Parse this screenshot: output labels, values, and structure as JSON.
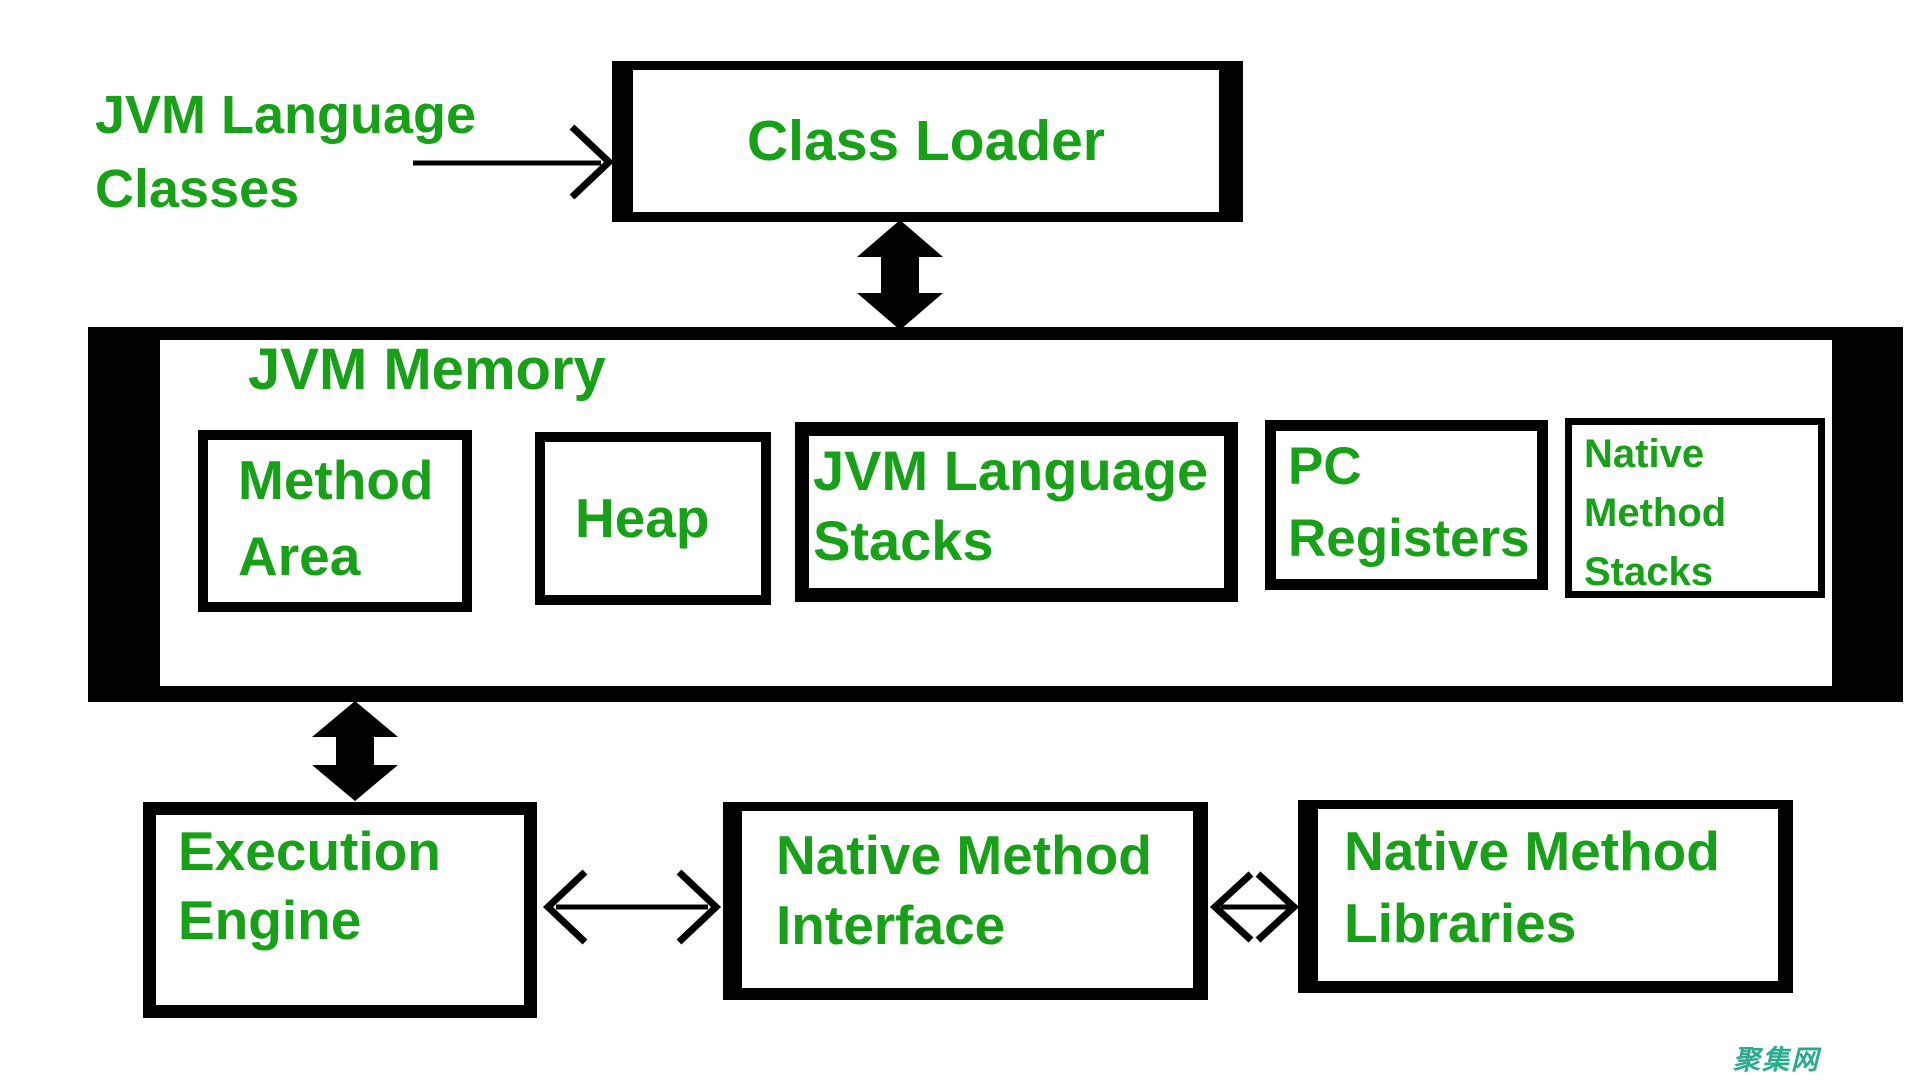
{
  "diagram": {
    "type": "architecture-diagram",
    "subject": "JVM (Java Virtual Machine) architecture"
  },
  "colors": {
    "background": "#ffffff",
    "text_green": "#18a018",
    "line_black": "#000000",
    "watermark_teal": "#2bab8c"
  },
  "nodes": {
    "source_label": {
      "line1": "JVM Language",
      "line2": "Classes"
    },
    "class_loader": {
      "label": "Class Loader"
    },
    "jvm_memory": {
      "title": "JVM Memory"
    },
    "method_area": {
      "line1": "Method",
      "line2": "Area"
    },
    "heap": {
      "label": "Heap"
    },
    "jvm_language_stacks": {
      "line1": "JVM Language",
      "line2": "Stacks"
    },
    "pc_registers": {
      "line1": "PC",
      "line2": "Registers"
    },
    "native_method_stacks": {
      "line1": "Native",
      "line2": "Method",
      "line3": "Stacks"
    },
    "execution_engine": {
      "line1": "Execution",
      "line2": "Engine"
    },
    "native_method_interface": {
      "line1": "Native Method",
      "line2": "Interface"
    },
    "native_method_libraries": {
      "line1": "Native Method",
      "line2": "Libraries"
    }
  },
  "connections": [
    {
      "from": "JVM Language Classes",
      "to": "Class Loader",
      "style": "thin-single-arrow"
    },
    {
      "from": "Class Loader",
      "to": "JVM Memory",
      "style": "thick-double-arrow"
    },
    {
      "from": "JVM Memory",
      "to": "Execution Engine",
      "style": "thick-double-arrow"
    },
    {
      "from": "Execution Engine",
      "to": "Native Method Interface",
      "style": "thin-double-arrow"
    },
    {
      "from": "Native Method Interface",
      "to": "Native Method Libraries",
      "style": "thin-double-arrow"
    }
  ],
  "watermark": {
    "text": "聚集网"
  }
}
